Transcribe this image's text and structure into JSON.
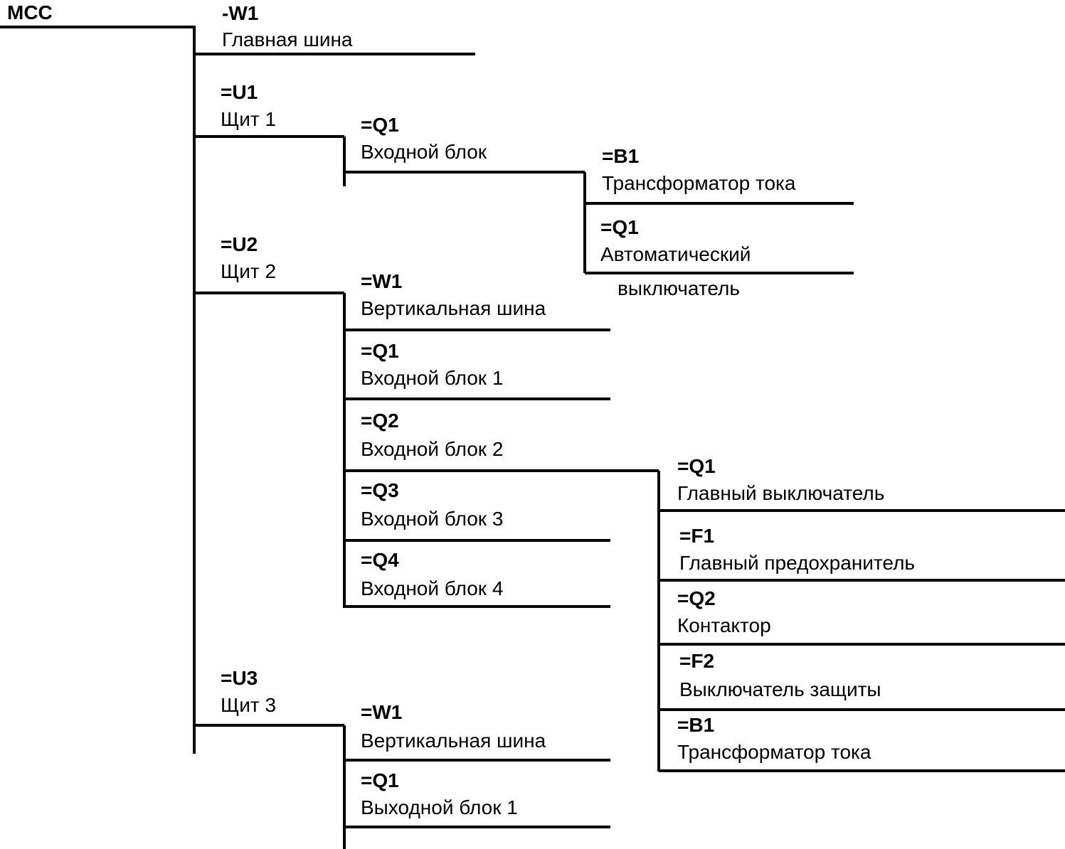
{
  "diagram": {
    "root_label": "MCC",
    "nodes": [
      {
        "id": "W1",
        "code": "-W1",
        "desc": "Главная шина"
      },
      {
        "id": "U1",
        "code": "=U1",
        "desc": "Щит 1"
      },
      {
        "id": "U1_Q1",
        "code": "=Q1",
        "desc": "Входной блок"
      },
      {
        "id": "U1_Q1_B1",
        "code": "=B1",
        "desc": "Трансформатор тока"
      },
      {
        "id": "U1_Q1_Q1",
        "code": "=Q1",
        "desc": "Автоматический",
        "desc2": "выключатель"
      },
      {
        "id": "U2",
        "code": "=U2",
        "desc": "Щит 2"
      },
      {
        "id": "U2_W1",
        "code": "=W1",
        "desc": "Вертикальная шина"
      },
      {
        "id": "U2_Q1",
        "code": "=Q1",
        "desc": "Входной блок 1"
      },
      {
        "id": "U2_Q2",
        "code": "=Q2",
        "desc": "Входной блок 2"
      },
      {
        "id": "U2_Q3",
        "code": "=Q3",
        "desc": "Входной блок 3"
      },
      {
        "id": "U2_Q4",
        "code": "=Q4",
        "desc": "Входной блок 4"
      },
      {
        "id": "U2_Q2_Q1",
        "code": "=Q1",
        "desc": "Главный выключатель"
      },
      {
        "id": "U2_Q2_F1",
        "code": "=F1",
        "desc": "Главный предохранитель"
      },
      {
        "id": "U2_Q2_Q2",
        "code": "=Q2",
        "desc": "Контактор"
      },
      {
        "id": "U2_Q2_F2",
        "code": "=F2",
        "desc": "Выключатель защиты"
      },
      {
        "id": "U2_Q2_B1",
        "code": "=B1",
        "desc": "Трансформатор тока"
      },
      {
        "id": "U3",
        "code": "=U3",
        "desc": "Щит 3"
      },
      {
        "id": "U3_W1",
        "code": "=W1",
        "desc": "Вертикальная шина"
      },
      {
        "id": "U3_Q1",
        "code": "=Q1",
        "desc": "Выходной блок 1"
      }
    ]
  }
}
